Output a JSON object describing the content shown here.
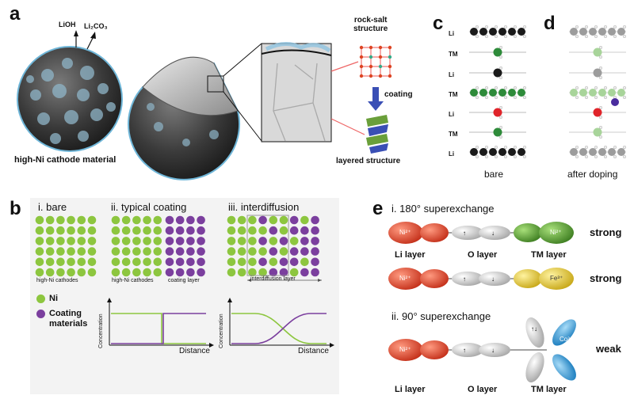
{
  "panels": {
    "a": {
      "label": "a",
      "lioh": "LiOH",
      "li2co3": "Li₂CO₃",
      "cathode_caption": "high-Ni cathode material",
      "rock_salt": "rock-salt\nstructure",
      "coating": "coating",
      "layered": "layered structure"
    },
    "b": {
      "label": "b",
      "titles": [
        "i. bare",
        "ii. typical coating",
        "iii. interdiffusion"
      ],
      "sublabels": {
        "high_ni_1": "high-Ni cathodes",
        "high_ni_2": "high-Ni cathodes",
        "coating_layer": "coating layer",
        "interdiffusion_layer": "interdiffusion layer"
      },
      "legend": {
        "ni": "Ni",
        "coating": "Coating\nmaterials"
      },
      "plot": {
        "ylabel": "Concentration",
        "xlabel": "Distance"
      },
      "colors": {
        "ni": "#8dc63f",
        "coating": "#7b3f9e",
        "bg": "#f3f3f3"
      }
    },
    "c": {
      "label": "c",
      "rows": [
        "Li",
        "TM",
        "Li",
        "TM",
        "Li",
        "TM",
        "Li"
      ],
      "caption": "bare"
    },
    "d": {
      "label": "d",
      "caption": "after doping"
    },
    "e": {
      "label": "e",
      "sec1_title": "i. 180° superexchange",
      "sec2_title": "ii. 90° superexchange",
      "row1": {
        "left": "Ni²⁺",
        "right": "Ni²⁺",
        "strength": "strong"
      },
      "row2": {
        "left": "Ni²⁺",
        "right": "Fe³⁺",
        "strength": "strong"
      },
      "row3": {
        "left": "Ni²⁺",
        "right": "Co³⁺",
        "strength": "weak"
      },
      "layers": [
        "Li layer",
        "O layer",
        "TM layer"
      ],
      "colors": {
        "red": "#e8452c",
        "grey": "#cfcfcf",
        "green": "#6aa53a",
        "yellow": "#e8d23a",
        "blue": "#3aa7e0"
      }
    }
  }
}
